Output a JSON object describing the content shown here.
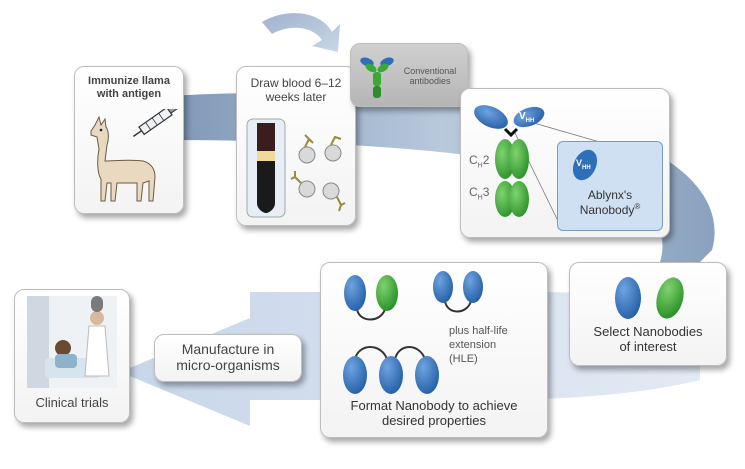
{
  "steps": {
    "immunize": {
      "label_line1": "Immunize llama",
      "label_line2": "with antigen"
    },
    "draw_blood": {
      "label_line1": "Draw blood 6–12",
      "label_line2": "weeks later"
    },
    "conventional": {
      "label_line1": "Conventional",
      "label_line2": "antibodies"
    },
    "antibody_detail": {
      "vhh_label": "V",
      "vhh_sub": "HH",
      "ch2_label": "C",
      "ch2_sub": "H",
      "ch2_num": "2",
      "ch3_label": "C",
      "ch3_sub": "H",
      "ch3_num": "3",
      "nanobody_line1": "Ablynx's",
      "nanobody_line2": "Nanobody",
      "nanobody_mark": "®"
    },
    "select": {
      "label_line1": "Select Nanobodies",
      "label_line2": "of interest"
    },
    "format": {
      "label_line1": "Format Nanobody to achieve",
      "label_line2": "desired properties",
      "hle_line1": "plus half-life",
      "hle_line2": "extension",
      "hle_line3": "(HLE)"
    },
    "manufacture": {
      "label_line1": "Manufacture in",
      "label_line2": "micro-organisms"
    },
    "clinical": {
      "label": "Clinical trials"
    }
  },
  "colors": {
    "flow_arrow": "#c9d6e8",
    "flow_arrow_dark": "#9fb3cc",
    "blue_domain": "#2f6fb8",
    "green_domain": "#3aa935",
    "card_border": "#bdbdbd",
    "nanobody_panel": "#cfe0f3"
  }
}
